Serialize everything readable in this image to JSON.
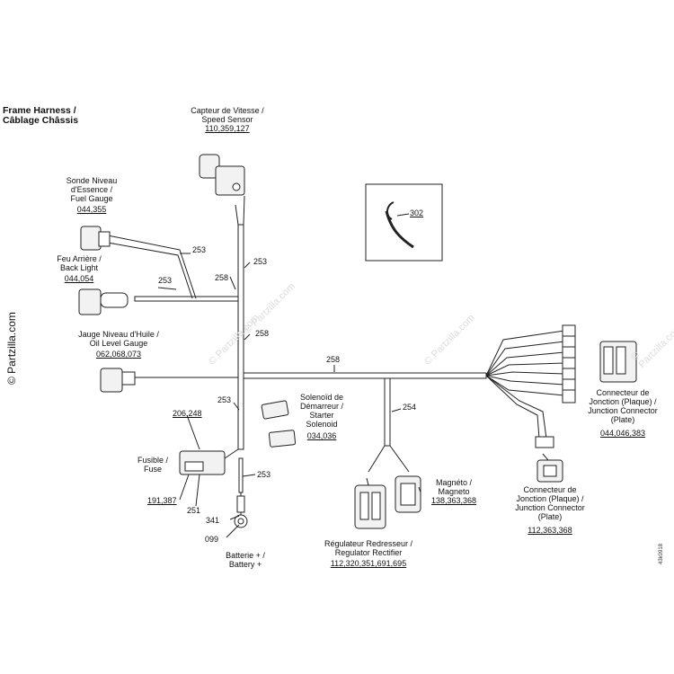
{
  "title": {
    "line1": "Frame Harness /",
    "line2": "Câblage Châssis"
  },
  "watermark": {
    "side": "© Partzilla.com",
    "faint": "© Partzilla.com"
  },
  "figure_id": "43k0918",
  "parts": {
    "speed_sensor": {
      "l1": "Capteur de Vitesse /",
      "l2": "Speed Sensor",
      "num": "110,359,127"
    },
    "fuel_gauge": {
      "l1": "Sonde Niveau",
      "l2": "d'Essence /",
      "l3": "Fuel Gauge",
      "num": "044,355"
    },
    "back_light": {
      "l1": "Feu Arrière /",
      "l2": "Back Light",
      "num": "044,054"
    },
    "oil_gauge": {
      "l1": "Jauge Niveau d'Huile /",
      "l2": "Oil Level Gauge",
      "num": "062,068,073"
    },
    "fuse": {
      "l1": "Fusible /",
      "l2": "Fuse",
      "num": "191,387",
      "holder": "206,248"
    },
    "battery": {
      "l1": "Batterie + /",
      "l2": "Battery +"
    },
    "starter": {
      "l1": "Solenoïd de",
      "l2": "Démarreur /",
      "l3": "Starter",
      "l4": "Solenoid",
      "num": "034,036"
    },
    "magneto": {
      "l1": "Magnéto /",
      "l2": "Magneto",
      "num": "138,363,368"
    },
    "regulator": {
      "l1": "Régulateur Redresseur /",
      "l2": "Regulator Rectifier",
      "num": "112,320,351,691,695"
    },
    "junction_plate_large": {
      "l1": "Connecteur de",
      "l2": "Jonction (Plaque) /",
      "l3": "Junction Connector",
      "l4": "(Plate)",
      "num": "044,046,383"
    },
    "junction_plate_small": {
      "l1": "Connecteur de",
      "l2": "Jonction (Plaque) /",
      "l3": "Junction Connector",
      "l4": "(Plate)",
      "num": "112,363,368"
    },
    "cable_tie": {
      "num": "302"
    }
  },
  "callouts": {
    "c253a": "253",
    "c253b": "253",
    "c253c": "253",
    "c253d": "253",
    "c253e": "253",
    "c258a": "258",
    "c258b": "258",
    "c258c": "258",
    "c254": "254",
    "c251": "251",
    "c341": "341",
    "c099": "099"
  }
}
